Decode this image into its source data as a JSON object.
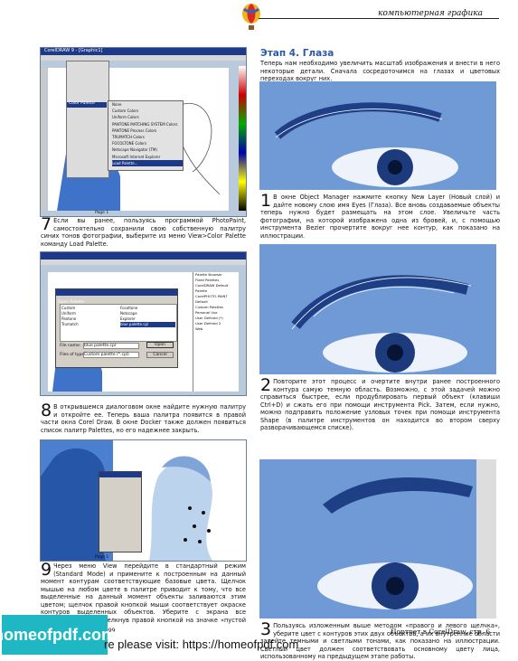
{
  "header": {
    "section": "компьютерная графика"
  },
  "right_column": {
    "title": "Этап 4.  Глаза",
    "intro": "Теперь нам необходимо увеличить масштаб изображения и внести в него некоторые детали. Сначала сосредоточимся на глазах и цветовых переходах вокруг них.",
    "step1": {
      "num": "1",
      "text": "В окне Object Manager нажмите кнопку New Layer (Новый слой) и дайте новому слою имя Eyes (Глаза). Все вновь создаваемые объекты теперь нужно будет размещать на этом слое. Увеличьте часть фотографии, на которой изображена одна из бровей, и, с помощью инструмента Bezier прочертите вокруг нее контур, как показано на иллюстрации."
    },
    "step2": {
      "num": "2",
      "text": "Повторите этот процесс и очертите внутри ранее построенного контура самую темную область. Возможно, с этой задачей можно справиться быстрее, если продублировать первый объект (клавиши Ctrl+D) и сжать его при помощи инструмента Pick. Затем, если нужно, можно подправить положение узловых точек при помощи инструмента Shape (в палитре инструментов он находится во втором сверху разворачивающемся списке)."
    },
    "step3": {
      "num": "3",
      "text": "Пользуясь изложенным выше методом «правого и левого щелчка», уберите цвет с контуров этих двух объектов, а их внутренние области залейте темными и светлыми тонами, как показано на иллюстрации. Светлый цвет должен соответствовать основному цвету лица, использованному на предыдущем этапе работы."
    }
  },
  "left_column": {
    "step7": {
      "num": "7",
      "text": "Если вы ранее, пользуясь программой PhotoPaint, самостоятельно сохранили свою собственную палитру синих тонов фотографии, выберите из меню View>Color Palette команду Load Palette."
    },
    "step8": {
      "num": "8",
      "text": "В открывшемся диалоговом окне найдите нужную палитру и откройте ее. Теперь ваша палитра появится в правой части окна Corel Draw. В окне Docker также должен появиться список палитр Palettes, но его надежнее закрыть."
    },
    "step9": {
      "num": "9",
      "text": "Через меню View перейдите в стандартный режим (Standard Mode) и примените к построенным на данный момент контурам соответствующие базовые цвета. Щелчок мышью на любом цвете в палитре приводит к тому, что все выделенные на данный момент объекты заливаются этим цветом; щелчок правой кнопкой мыши соответствует окраске контуров выделенных объектов. Уберите с экрана все контурные линии, щелкнув правой кнопкой на значке «пустой цвет» в самом верху"
    }
  },
  "screens": {
    "s1_title": "CorelDRAW 9 - [Graphic1]",
    "s1_menu": "Color Palette",
    "s1_menu_items": [
      "None",
      "Custom Colors",
      "Uniform Colors",
      "PANTONE MATCHING SYSTEM Colors",
      "PANTONE Process Colors",
      "TRUMATCH Colors",
      "FOCOLTONE Colors",
      "Netscape Navigator (TM)",
      "Microsoft Internet Explorer",
      "Load Palette..."
    ],
    "s2_title": "Open Palette",
    "s2_files": [
      "Custom",
      "Uniform",
      "Pantone",
      "Trumatch",
      "Focoltone",
      "Netscape",
      "Explorer",
      "blue palette.cpl"
    ],
    "s2_filename_label": "File name:",
    "s2_filename": "blue palette.cpl",
    "s2_type_label": "Files of type:",
    "s2_type": "Custom palette (*.cpl)",
    "s2_open": "Open",
    "s2_cancel": "Cancel",
    "s2_docker": [
      "Palette Browser",
      "Fixed Palettes",
      "CorelDRAW Default Palette",
      "CorelPHOTO-PAINT Default",
      "Custom Palettes",
      "Personal Use",
      "User Defined (*)",
      "User Defined 2",
      "Web"
    ],
    "page_tab": "Page 1"
  },
  "footer": {
    "left": "999",
    "right": "Портрет в CorelDraw, стр. 6"
  },
  "watermark": {
    "logo": "homeofpdf.com",
    "text": "re please visit: https://homeofpdf.com"
  }
}
